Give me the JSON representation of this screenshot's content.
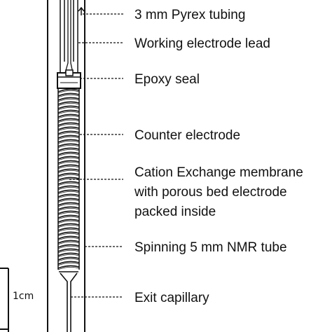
{
  "labels": {
    "pyrex_tubing": "3 mm Pyrex tubing",
    "working_lead": "Working electrode lead",
    "epoxy_seal": "Epoxy seal",
    "counter_electrode": "Counter electrode",
    "membrane_line1": "Cation Exchange membrane",
    "membrane_line2": "with porous bed electrode",
    "membrane_line3": "packed inside",
    "nmr_tube": "Spinning 5 mm NMR tube",
    "exit_capillary": "Exit capillary"
  },
  "scale_bar": {
    "label": "1cm"
  },
  "colors": {
    "ink": "#111111",
    "background": "#ffffff"
  }
}
